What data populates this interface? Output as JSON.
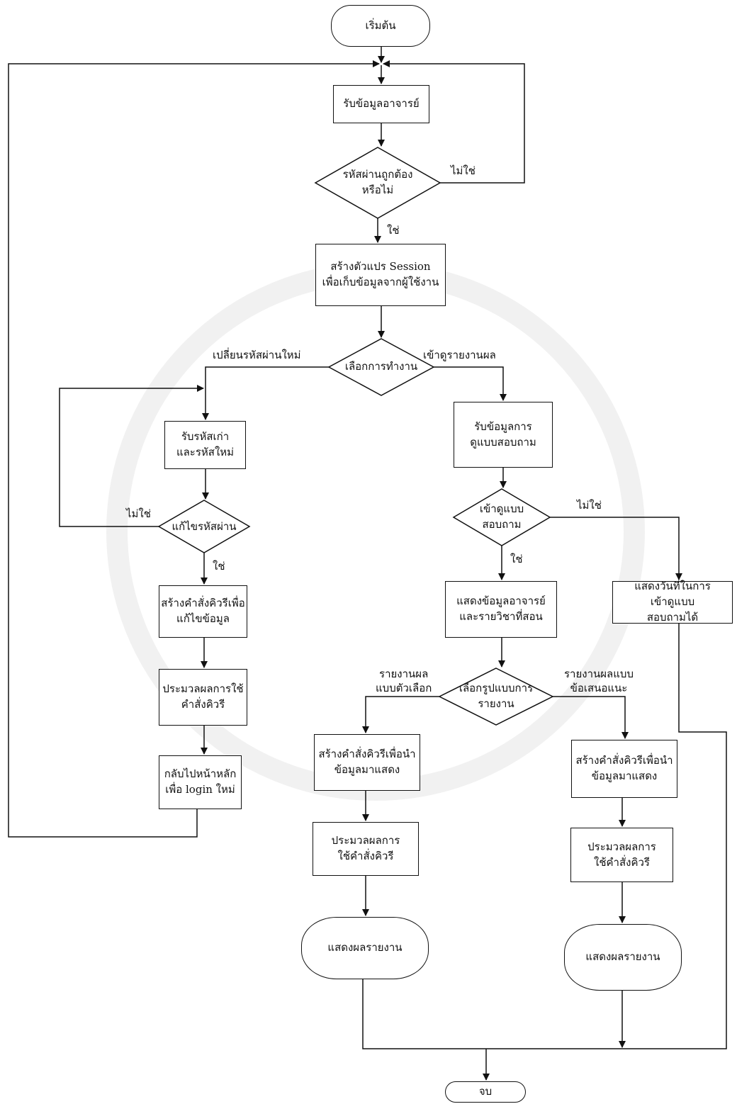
{
  "diagram": {
    "start": "เริ่มต้น",
    "end": "จบ",
    "receive_teacher_data": "รับข้อมูลอาจารย์",
    "password_check": [
      "รหัสผ่านถูกต้อง",
      "หรือไม่"
    ],
    "create_session": [
      "สร้างตัวแปร Session",
      "เพื่อเก็บข้อมูลจากผู้ใช้งาน"
    ],
    "choose_action": "เลือกการทำงาน",
    "receive_passwords": [
      "รับรหัสเก่า",
      "และรหัสใหม่"
    ],
    "edit_password": "แก้ไขรหัสผ่าน",
    "create_update_query": [
      "สร้างคำสั่งคิวรีเพื่อ",
      "แก้ไขข้อมูล"
    ],
    "process_query_left": [
      "ประมวลผลการใช้",
      "คำสั่งคิวรี"
    ],
    "back_to_main": [
      "กลับไปหน้าหลัก",
      "เพื่อ login ใหม่"
    ],
    "receive_survey_view": [
      "รับข้อมูลการ",
      "ดูแบบสอบถาม"
    ],
    "enter_survey": [
      "เข้าดูแบบ",
      "สอบถาม"
    ],
    "show_teacher_subjects": [
      "แสดงข้อมูลอาจารย์",
      "และรายวิชาที่สอน"
    ],
    "show_allowed_dates": [
      "แสดงวันที่ในการ",
      "เข้าดูแบบ",
      "สอบถามได้"
    ],
    "choose_report_format": [
      "เลือกรูปแบบการ",
      "รายงาน"
    ],
    "create_query_mid": [
      "สร้างคำสั่งคิวรีเพื่อนำ",
      "ข้อมูลมาแสดง"
    ],
    "create_query_right": [
      "สร้างคำสั่งคิวรีเพื่อนำ",
      "ข้อมูลมาแสดง"
    ],
    "process_query_mid": [
      "ประมวลผลการ",
      "ใช้คำสั่งคิวรี"
    ],
    "process_query_right": [
      "ประมวลผลการ",
      "ใช้คำสั่งคิวรี"
    ],
    "show_report_mid": "แสดงผลรายงาน",
    "show_report_right": "แสดงผลรายงาน"
  },
  "edge_labels": {
    "no_password": "ไม่ใช่",
    "yes_password": "ใช่",
    "change_password": "เปลี่ยนรหัสผ่านใหม่",
    "view_report": "เข้าดูรายงานผล",
    "no_edit": "ไม่ใช่",
    "yes_edit": "ใช่",
    "no_survey": "ไม่ใช่",
    "yes_survey": "ใช่",
    "report_choice": [
      "รายงานผล",
      "แบบตัวเลือก"
    ],
    "report_suggestion": [
      "รายงานผลแบบ",
      "ข้อเสนอแนะ"
    ]
  }
}
